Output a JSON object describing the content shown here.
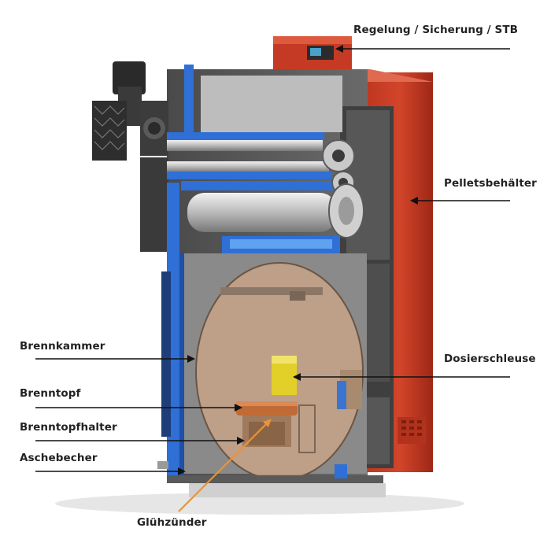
{
  "labels": {
    "regelung": "Regelung / Sicherung / STB",
    "pelletsbehaelter": "Pelletsbehälter",
    "dosierschleuse": "Dosierschleuse",
    "brennkammer": "Brennkammer",
    "brenntopf": "Brenntopf",
    "brenntopfhalter": "Brenntopfhalter",
    "aschebecher": "Aschebecher",
    "gluehzuender": "Glühzünder"
  },
  "colors": {
    "housing_red": "#c83a22",
    "water_jacket_blue": "#2f6fd6",
    "steel_grey": "#5f5f5f",
    "combustion_zone": "#c9a487",
    "dosing_yellow": "#e3cf2a",
    "igniter_arrow": "#e8943a",
    "leader_line": "#111111"
  }
}
